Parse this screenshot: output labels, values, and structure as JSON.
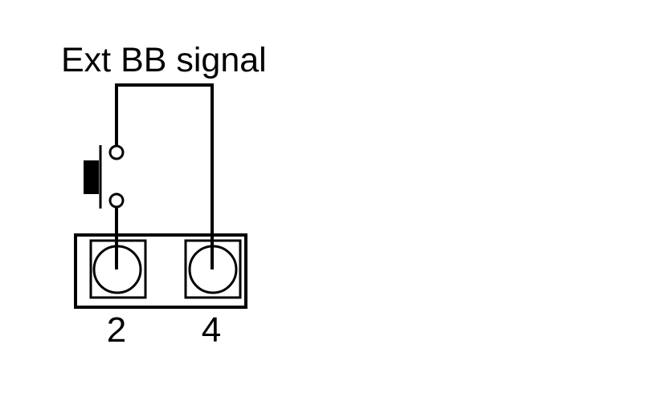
{
  "diagram": {
    "signal_label": "Ext BB signal",
    "pins": [
      {
        "number": "2"
      },
      {
        "number": "4"
      }
    ],
    "colors": {
      "line": "#000000",
      "background": "#ffffff"
    }
  }
}
